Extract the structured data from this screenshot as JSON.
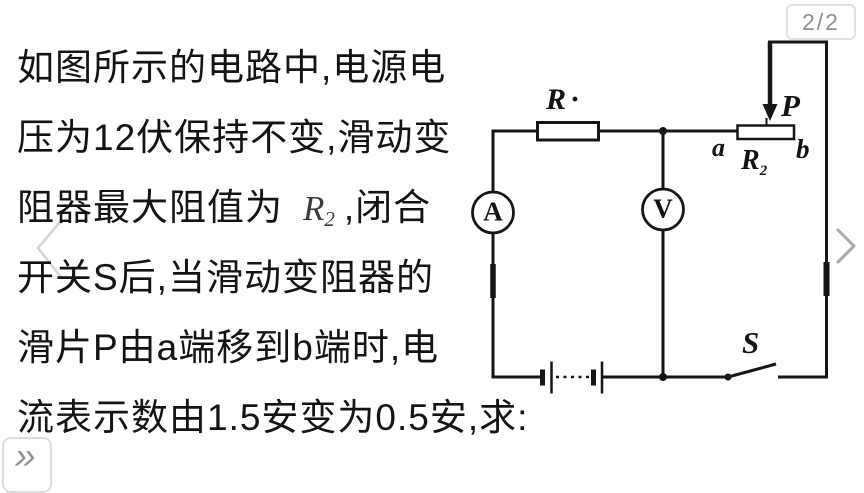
{
  "header": {
    "pager": "2/2"
  },
  "nav": {
    "more_glyph": "»"
  },
  "problem": {
    "l1": "如图所示的电路中,电源电",
    "l2": "压为12伏保持不变,滑动变",
    "l3_before": "阻器最大阻值为",
    "l3_math_base": "R",
    "l3_math_sub": "2",
    "l3_after": ",闭合",
    "l4": "开关S后,当滑动变阻器的",
    "l5": "滑片P由a端移到b端时,电",
    "l6": "流表示数由1.5安变为0.5安,求:"
  },
  "circuit": {
    "resistor_label": "R·",
    "slider_label": "P",
    "terminal_a": "a",
    "rheostat_base": "R",
    "rheostat_sub": "2",
    "terminal_b": "b",
    "switch_label": "S",
    "ammeter_label": "A",
    "voltmeter_label": "V"
  }
}
